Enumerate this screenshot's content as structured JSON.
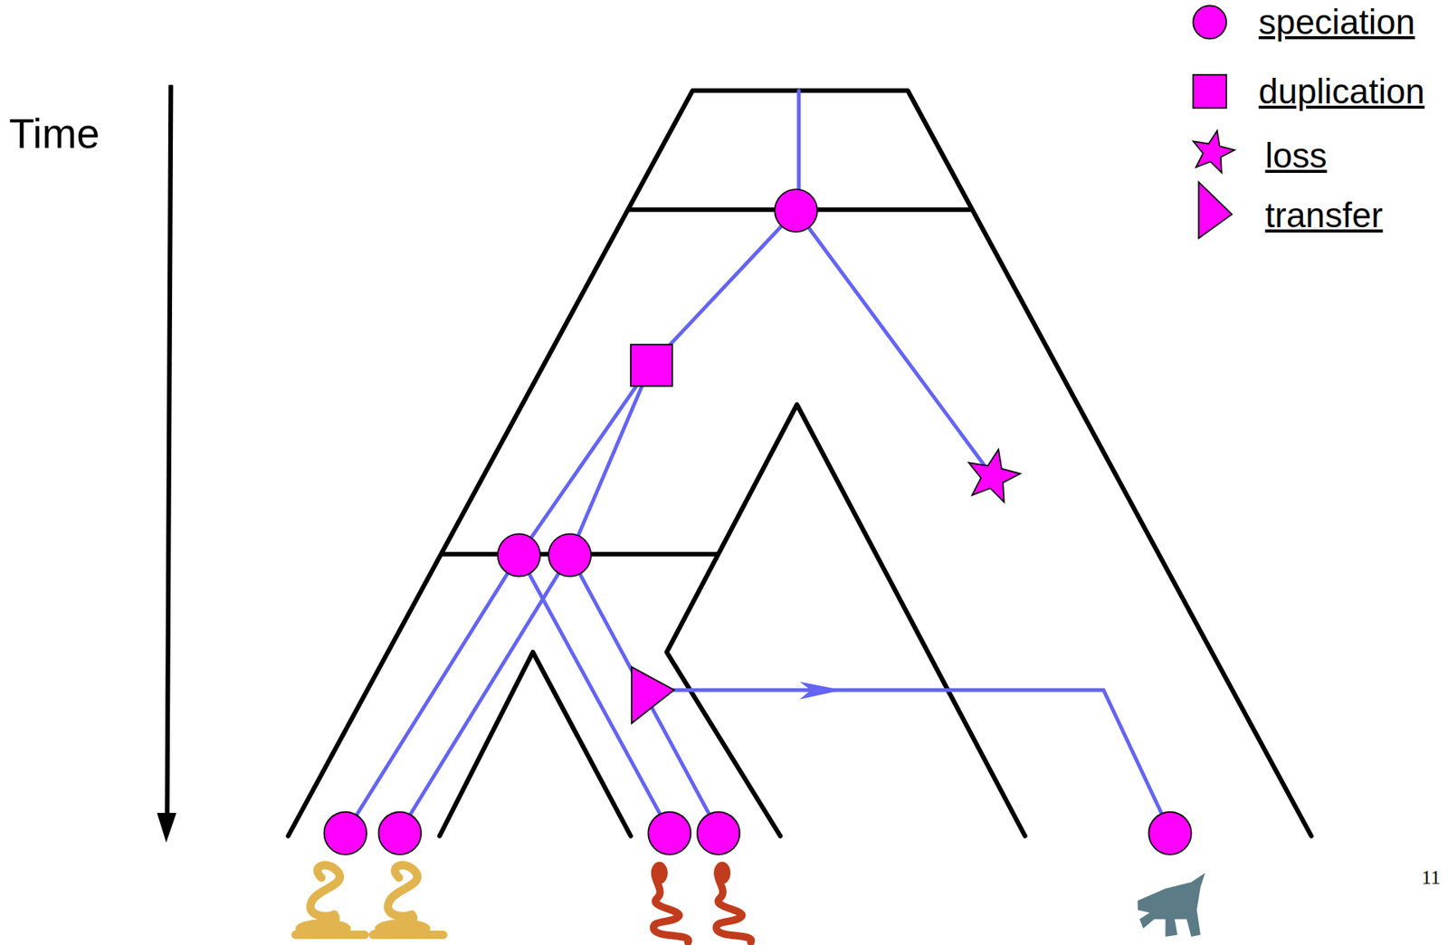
{
  "diagram": {
    "labels": [
      "Time",
      "11"
    ],
    "legend": [
      {
        "text": "speciation"
      },
      {
        "text": "duplication"
      },
      {
        "text": "loss"
      },
      {
        "text": "transfer"
      }
    ]
  }
}
